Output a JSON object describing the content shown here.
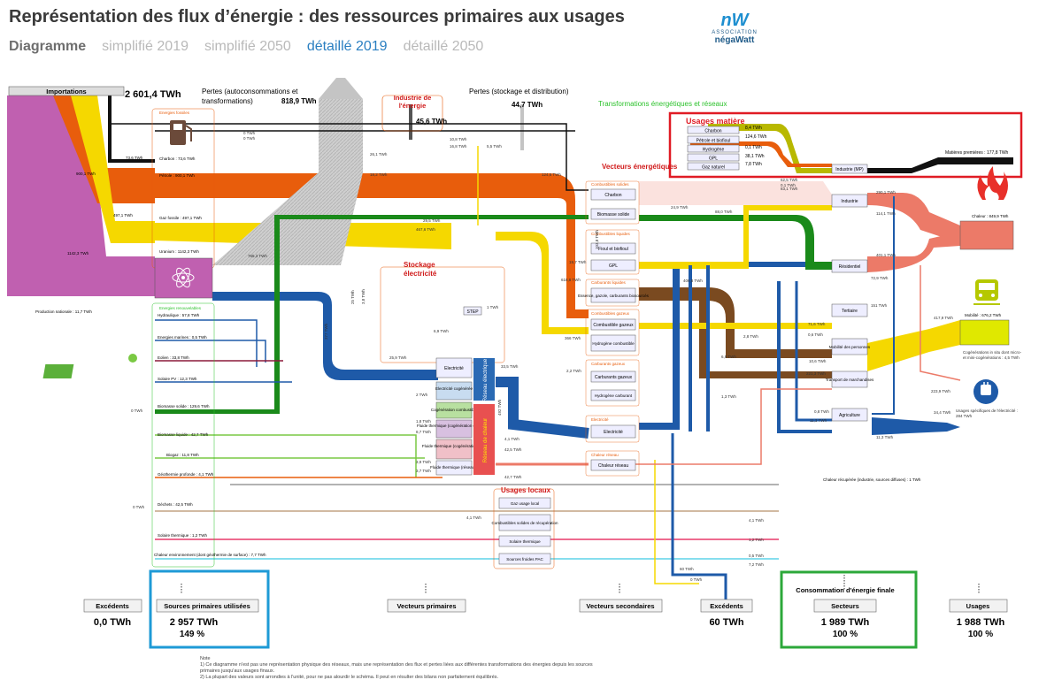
{
  "header": {
    "title": "Représentation des flux d’énergie : des ressources primaires aux usages",
    "tab_label": "Diagramme",
    "tabs": [
      "simplifié 2019",
      "simplifié 2050",
      "détaillé 2019",
      "détaillé 2050"
    ],
    "active_tab": 2
  },
  "logo": {
    "assoc": "ASSOCIATION",
    "name": "négaWatt"
  },
  "colors": {
    "petrole": "#e85d0c",
    "gaz": "#f5d800",
    "uranium": "#c060b0",
    "charbon": "#111111",
    "electricite": "#1e5aa8",
    "biomasse": "#1a8a1a",
    "carburant": "#7a4a20",
    "chaleur": "#ec7a68",
    "gris": "#c4c4c4",
    "olive": "#b8b800"
  },
  "diagram": {
    "importations": {
      "label": "Importations",
      "value": "2 601,4 TWh"
    },
    "pertes_transfo": {
      "label1": "Pertes (autoconsommations et",
      "label2": "transformations)",
      "value": "818,9 TWh"
    },
    "industrie_energie": {
      "label1": "Industrie de",
      "label2": "l'énergie",
      "value": "45,6 TWh"
    },
    "pertes_stockage": {
      "label": "Pertes (stockage et distribution)",
      "value": "44,7 TWh"
    },
    "transformations_label": "Transformations énergétiques et réseaux",
    "production_nationale": "Production nationale : 11,7 TWh",
    "energies_fossiles": "Energies fossiles",
    "sources": [
      "Charbon : 73,6 TWh",
      "Pétrole : 900,1 TWh",
      "Gaz fossile : 497,1 TWh",
      "Uranium : 1142,3 TWh"
    ],
    "import_values": [
      "73,6 TWh",
      "900,1 TWh",
      "497,1 TWh",
      "1142,3 TWh"
    ],
    "energies_renouvelables": "Energies renouvelables",
    "renewables": [
      "Hydraulique : 57,8 TWh",
      "Energies marines : 0,5 TWh",
      "Eolien : 33,8 TWh",
      "Solaire PV : 12,3 TWh",
      "Biomasse solide : 129,6 TWh",
      "Biomasse liquide : 42,7 TWh",
      "Biogaz : 11,8 TWh",
      "Géothermie profonde : 4,1 TWh",
      "Déchets : 42,5 TWh",
      "Solaire thermique : 1,2 TWh",
      "Chaleur environnement (dont géothermie de surface) : 7,7 TWh"
    ],
    "stockage": {
      "label1": "Stockage",
      "label2": "électricité",
      "step": "STEP"
    },
    "transfo_nodes": [
      "Electricité",
      "Electricité cogénérée",
      "Cogénération combustible",
      "Fluide thermique (cogénération électricité)",
      "Fluide thermique (cogénération gaz)",
      "Fluide thermique (réseaux)"
    ],
    "reseau_electrique": "Réseau électrique",
    "reseau_chaleur": "Réseau de chaleur",
    "vecteurs_title": "Vecteurs énergétiques",
    "vecteur_groups": [
      "Combustibles solides",
      "Combustibles liquides",
      "Carburants liquides",
      "Combustibles gazeux",
      "Carburants gazeux",
      "Electricité",
      "Chaleur réseau"
    ],
    "vecteurs": [
      "Charbon",
      "Biomasse solide",
      "Fioul et biofioul",
      "GPL",
      "Essence, gazole, carburants biosourcés",
      "Combustible gazeux",
      "Hydrogène combustible",
      "Carburants gazeux",
      "Hydrogène carburant",
      "Electricité",
      "Chaleur réseau"
    ],
    "usages_matiere": {
      "title": "Usages matière",
      "items": [
        "Charbon",
        "Pétrole et biofioul",
        "Hydrogène",
        "GPL",
        "Gaz naturel"
      ],
      "values": [
        "8,4 TWh",
        "124,6 TWh",
        "0,1 TWh",
        "38,1 TWh",
        "7,8 TWh"
      ],
      "target": "Industrie (MP)",
      "output": "Matières premières : 177,8 TWh"
    },
    "secteurs": [
      "Industrie",
      "Résidentiel",
      "Tertiaire",
      "Mobilité des personnes",
      "Transport de marchandises",
      "Agriculture"
    ],
    "usages": [
      {
        "label": "Chaleur : 849,9 TWh",
        "icon": "flame-icon"
      },
      {
        "label": "Mobilité : 676,2 TWh",
        "icon": "train-icon"
      },
      {
        "label": "Cogénérations in situ dont micro- et mini-cogénérations : 4,5 TWh",
        "icon": ""
      },
      {
        "label": "Usages spécifiques de l'électricité : 284 TWh",
        "icon": "plug-icon"
      }
    ],
    "usages_locaux": {
      "title": "Usages locaux",
      "items": [
        "Gaz usage local",
        "Combustibles solides de récupération",
        "Solaire thermique",
        "Sources froides PAC"
      ]
    },
    "chaleur_recuperee": "Chaleur récupérée (industrie, sources diffuses) : 1 TWh",
    "flow_labels": [
      "0 TWh",
      "0 TWh",
      "26,1 TWh",
      "18,2 TWh",
      "10,8 TWh",
      "16,8 TWh",
      "5,5 TWh",
      "124,6 TWh",
      "29,5 TWh",
      "467,6 TWh",
      "765,3 TWh",
      "25,9 TWh",
      "6,9 TWh",
      "1 TWh",
      "33,5 TWh",
      "2,2 TWh",
      "366 TWh",
      "19,7 TWh",
      "618,8 TWh",
      "103,8 TWh",
      "24,9 TWh",
      "88,0 TWh",
      "62,5 TWh",
      "83,1 TWh",
      "0,1 TWh",
      "290,1 TWh",
      "114,1 TWh",
      "401,1 TWh",
      "72,9 TWh",
      "151 TWh",
      "71,6 TWh",
      "417,9 TWh",
      "0,6 TWh",
      "2,8 TWh",
      "6,9 TWh",
      "10,6 TWh",
      "221,3 TWh",
      "1,3 TWh",
      "223,9 TWh",
      "0,8 TWh",
      "34,4 TWh",
      "11,3 TWh",
      "11,3 TWh",
      "406,8 TWh",
      "2 TWh",
      "1,8 TWh",
      "8,7 TWh",
      "4,1 TWh",
      "42,5 TWh",
      "3,9 TWh",
      "3,7 TWh",
      "42,7 TWh",
      "4,1 TWh",
      "4,1 TWh",
      "1,2 TWh",
      "0,5 TWh",
      "7,2 TWh",
      "60 TWh",
      "0 TWh",
      "0 TWh",
      "0 TWh",
      "492 TWh",
      "377 TWh",
      "25 TWh",
      "3,8 TWh"
    ],
    "boxes": [
      {
        "key": "excedents_left",
        "label": "Excédents",
        "value": "0,0 TWh",
        "pct": ""
      },
      {
        "key": "sources",
        "label": "Sources primaires utilisées",
        "value": "2 957 TWh",
        "pct": "149 %"
      },
      {
        "key": "vecteurs_primaires",
        "label": "Vecteurs primaires",
        "value": "",
        "pct": ""
      },
      {
        "key": "vecteurs_secondaires",
        "label": "Vecteurs secondaires",
        "value": "",
        "pct": ""
      },
      {
        "key": "excedents_right",
        "label": "Excédents",
        "value": "60 TWh",
        "pct": ""
      },
      {
        "key": "secteurs",
        "label": "Secteurs",
        "value": "1 989 TWh",
        "pct": "100 %"
      },
      {
        "key": "usages",
        "label": "Usages",
        "value": "1 988 TWh",
        "pct": "100 %"
      }
    ],
    "consommation_finale": "Consommation d'énergie finale"
  },
  "note": {
    "title": "Note",
    "lines": [
      "1) Ce diagramme n'est pas une représentation physique des réseaux, mais une représentation des flux et pertes liées aux différentes transformations des énergies depuis les sources primaires jusqu'aux usages finaux.",
      "2) La plupart des valeurs sont arrondies à l'unité, pour ne pas alourdir le schéma. Il peut en résulter des bilans non parfaitement équilibrés."
    ]
  }
}
